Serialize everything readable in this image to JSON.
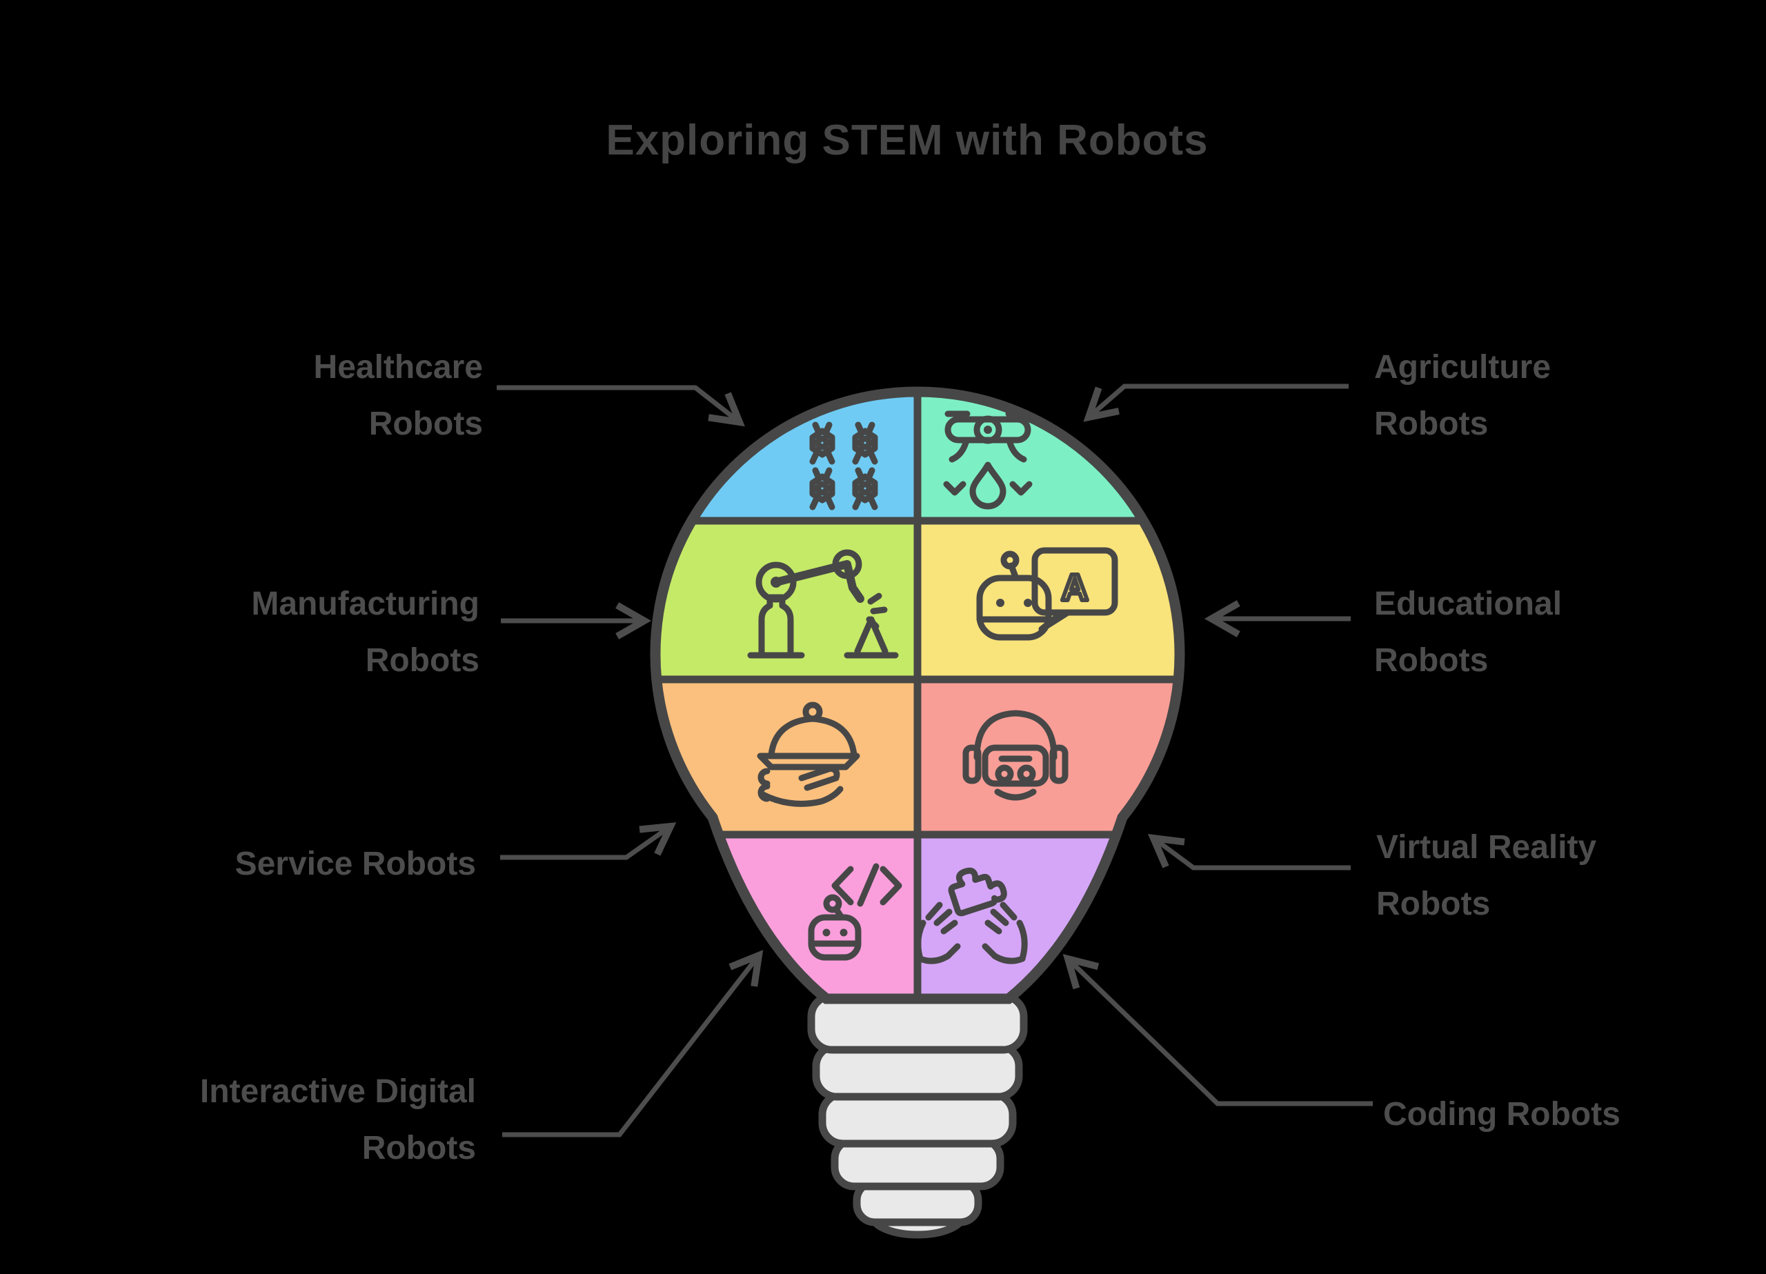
{
  "title": "Exploring STEM with Robots",
  "colors": {
    "background": "#000000",
    "bulb_outline": "#474747",
    "bulb_base": "#E9E9E9",
    "connector": "#4D4D4D",
    "label_text": "#4D4D4D",
    "title_text": "#454545"
  },
  "segments": [
    {
      "id": "healthcare",
      "label": "Healthcare\nRobots",
      "color": "#6FCBF3",
      "icon": "nanobot-swarm-icon",
      "position": "top-left"
    },
    {
      "id": "agriculture",
      "label": "Agriculture\nRobots",
      "color": "#7DEFC4",
      "icon": "drone-watering-icon",
      "position": "top-right"
    },
    {
      "id": "manufacturing",
      "label": "Manufacturing\nRobots",
      "color": "#C5EA67",
      "icon": "robotic-arm-icon",
      "position": "middle-left"
    },
    {
      "id": "educational",
      "label": "Educational\nRobots",
      "color": "#F9E37B",
      "icon": "robot-speech-bubble-icon",
      "position": "middle-right",
      "icon_letter": "A"
    },
    {
      "id": "service",
      "label": "Service Robots",
      "color": "#FBC07D",
      "icon": "serving-hand-icon",
      "position": "lower-left"
    },
    {
      "id": "virtual-reality",
      "label": "Virtual Reality\nRobots",
      "color": "#F89E96",
      "icon": "vr-headset-icon",
      "position": "lower-right"
    },
    {
      "id": "interactive-digital",
      "label": "Interactive Digital\nRobots",
      "color": "#FB9FDC",
      "icon": "robot-code-icon",
      "position": "bottom-left"
    },
    {
      "id": "coding",
      "label": "Coding Robots",
      "color": "#D5A6F7",
      "icon": "hands-puzzle-icon",
      "position": "bottom-right"
    }
  ]
}
